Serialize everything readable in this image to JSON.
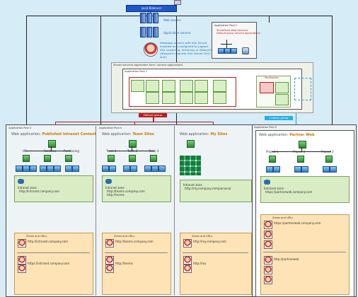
{
  "load_balancer": {
    "label": "Load Balancer"
  },
  "farm": {
    "web_servers_label": "Web servers",
    "app_servers_label": "Application servers",
    "database_note": "Database servers with SQL Server installed and configured to support SQL clustering, mirroring, or AlwaysOn (AlwaysOn requires SQL Server 2012 only)",
    "app_pool_box": {
      "title": "Application Pool 1",
      "line1": "SharePoint Web Services",
      "line2": "Default group service applications"
    }
  },
  "services": {
    "outer_title": "Shared services application farm / service applications",
    "pool_title": "Application Pool 2",
    "red_tag": "Default group",
    "blue_tag": "Custom group",
    "partition_label": "Partitioned"
  },
  "columns": [
    {
      "pool": "Application Pool 3",
      "web_app_prefix": "Web application:",
      "web_app_name": "Published Intranet Content",
      "site_labels": [
        "HR",
        "Facilities",
        "Purchasing"
      ],
      "zones_title": "Intranet zone",
      "zones": [
        "http://intranet.company.com"
      ],
      "db_title": "Zones and URLs",
      "rows": [
        "http://intranet.company.com",
        "https://intranet.company.com"
      ]
    },
    {
      "pool": "Application Pool 4",
      "web_app_prefix": "Web application:",
      "web_app_name": "Team Sites",
      "site_labels": [
        "Team 1",
        "Team 2",
        "Team 3"
      ],
      "zones_title": "Intranet zone",
      "zones": [
        "http://teams.company.com",
        "http://teams"
      ],
      "db_title": "Zones and URLs",
      "rows": [
        "http://teams.company.com",
        "http://teams"
      ]
    },
    {
      "pool": "Application Pool 4",
      "web_app_prefix": "Web application:",
      "web_app_name": "My Sites",
      "site_labels": [],
      "zones_title": "Intranet zone",
      "zones": [
        "http://my.company.com/personal"
      ],
      "db_title": "Zones and URLs",
      "rows": [
        "http://my.company.com",
        "http://my"
      ]
    },
    {
      "pool": "Application Pool 5",
      "web_app_prefix": "Web application:",
      "web_app_name": "Partner Web",
      "site_labels": [
        "Project 1",
        "Project 2",
        "Project 3"
      ],
      "zones_title": "Extranet zone",
      "zones": [
        "https://partnerweb.company.com"
      ],
      "db_title": "Zones and URLs",
      "rows": [
        "https://partnerweb.company.com",
        "http://partnerweb"
      ]
    }
  ],
  "colors": {
    "accent": "#c87a00",
    "red": "#c21b1b",
    "blue": "#27b0e5",
    "frame": "#eef3f6"
  }
}
